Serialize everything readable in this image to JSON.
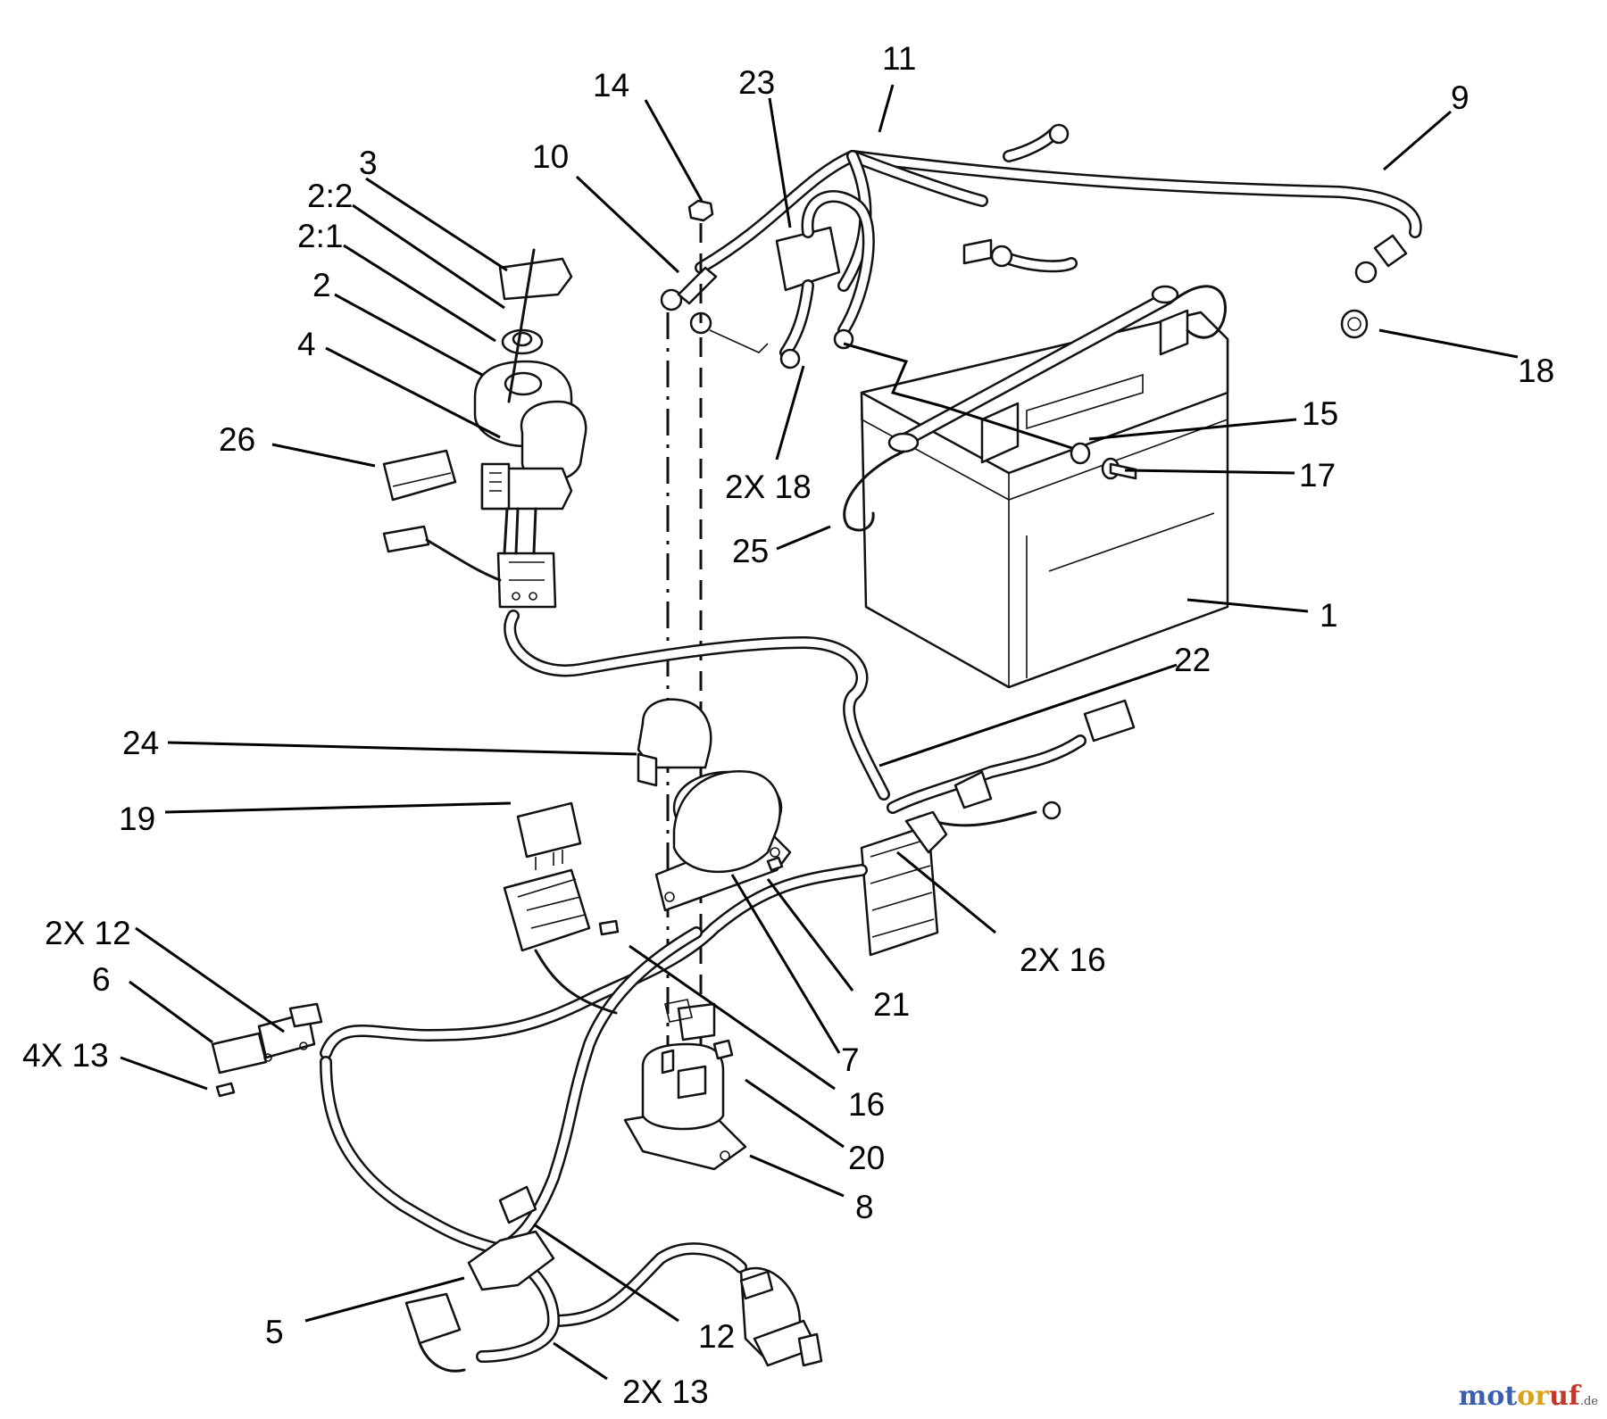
{
  "diagram": {
    "labels": {
      "l1": "1",
      "l2": "2",
      "l2_1": "2:1",
      "l2_2": "2:2",
      "l3": "3",
      "l4": "4",
      "l5": "5",
      "l6": "6",
      "l7": "7",
      "l8": "8",
      "l9": "9",
      "l10": "10",
      "l11": "11",
      "l12": "12",
      "l12b": "2X 12",
      "l13": "4X 13",
      "l13b": "2X 13",
      "l14": "14",
      "l15": "15",
      "l16": "16",
      "l16b": "2X 16",
      "l17": "17",
      "l18": "18",
      "l18b": "2X 18",
      "l19": "19",
      "l20": "20",
      "l21": "21",
      "l22": "22",
      "l23": "23",
      "l24": "24",
      "l25": "25",
      "l26": "26"
    }
  },
  "watermark": {
    "part1": "mot",
    "part2": "or",
    "part3": "uf",
    "tld": ".de"
  }
}
